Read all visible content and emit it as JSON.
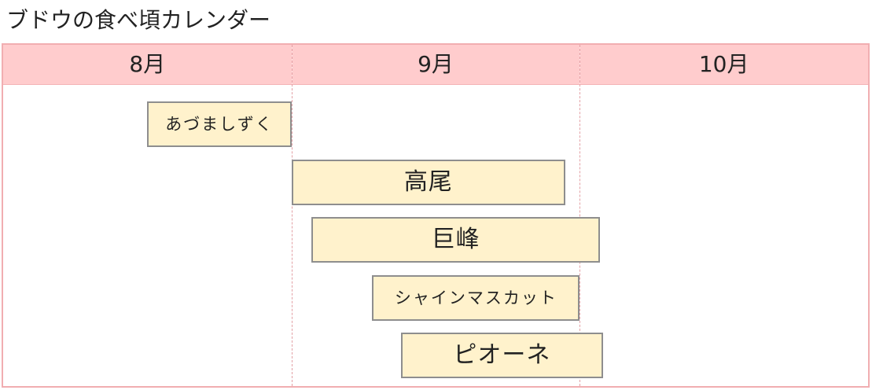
{
  "title": "ブドウの食べ頃カレンダー",
  "colors": {
    "header_fill": "#ffcccd",
    "frame_border": "#f1aeb1",
    "bar_fill": "#fff2cc",
    "bar_border": "#8e8e8e"
  },
  "chart_data": {
    "type": "bar",
    "orientation": "horizontal-timeline",
    "title": "ブドウの食べ頃カレンダー",
    "x_categories": [
      "8月",
      "9月",
      "10月"
    ],
    "x_range_months": [
      8,
      11
    ],
    "series": [
      {
        "name": "あづましずく",
        "start_month": 8.5,
        "end_month": 9.0
      },
      {
        "name": "高尾",
        "start_month": 9.0,
        "end_month": 9.95
      },
      {
        "name": "巨峰",
        "start_month": 9.07,
        "end_month": 10.07
      },
      {
        "name": "シャインマスカット",
        "start_month": 9.28,
        "end_month": 10.0
      },
      {
        "name": "ピオーネ",
        "start_month": 9.38,
        "end_month": 10.08
      }
    ],
    "grid": "vertical dashed month dividers",
    "legend": "none"
  }
}
